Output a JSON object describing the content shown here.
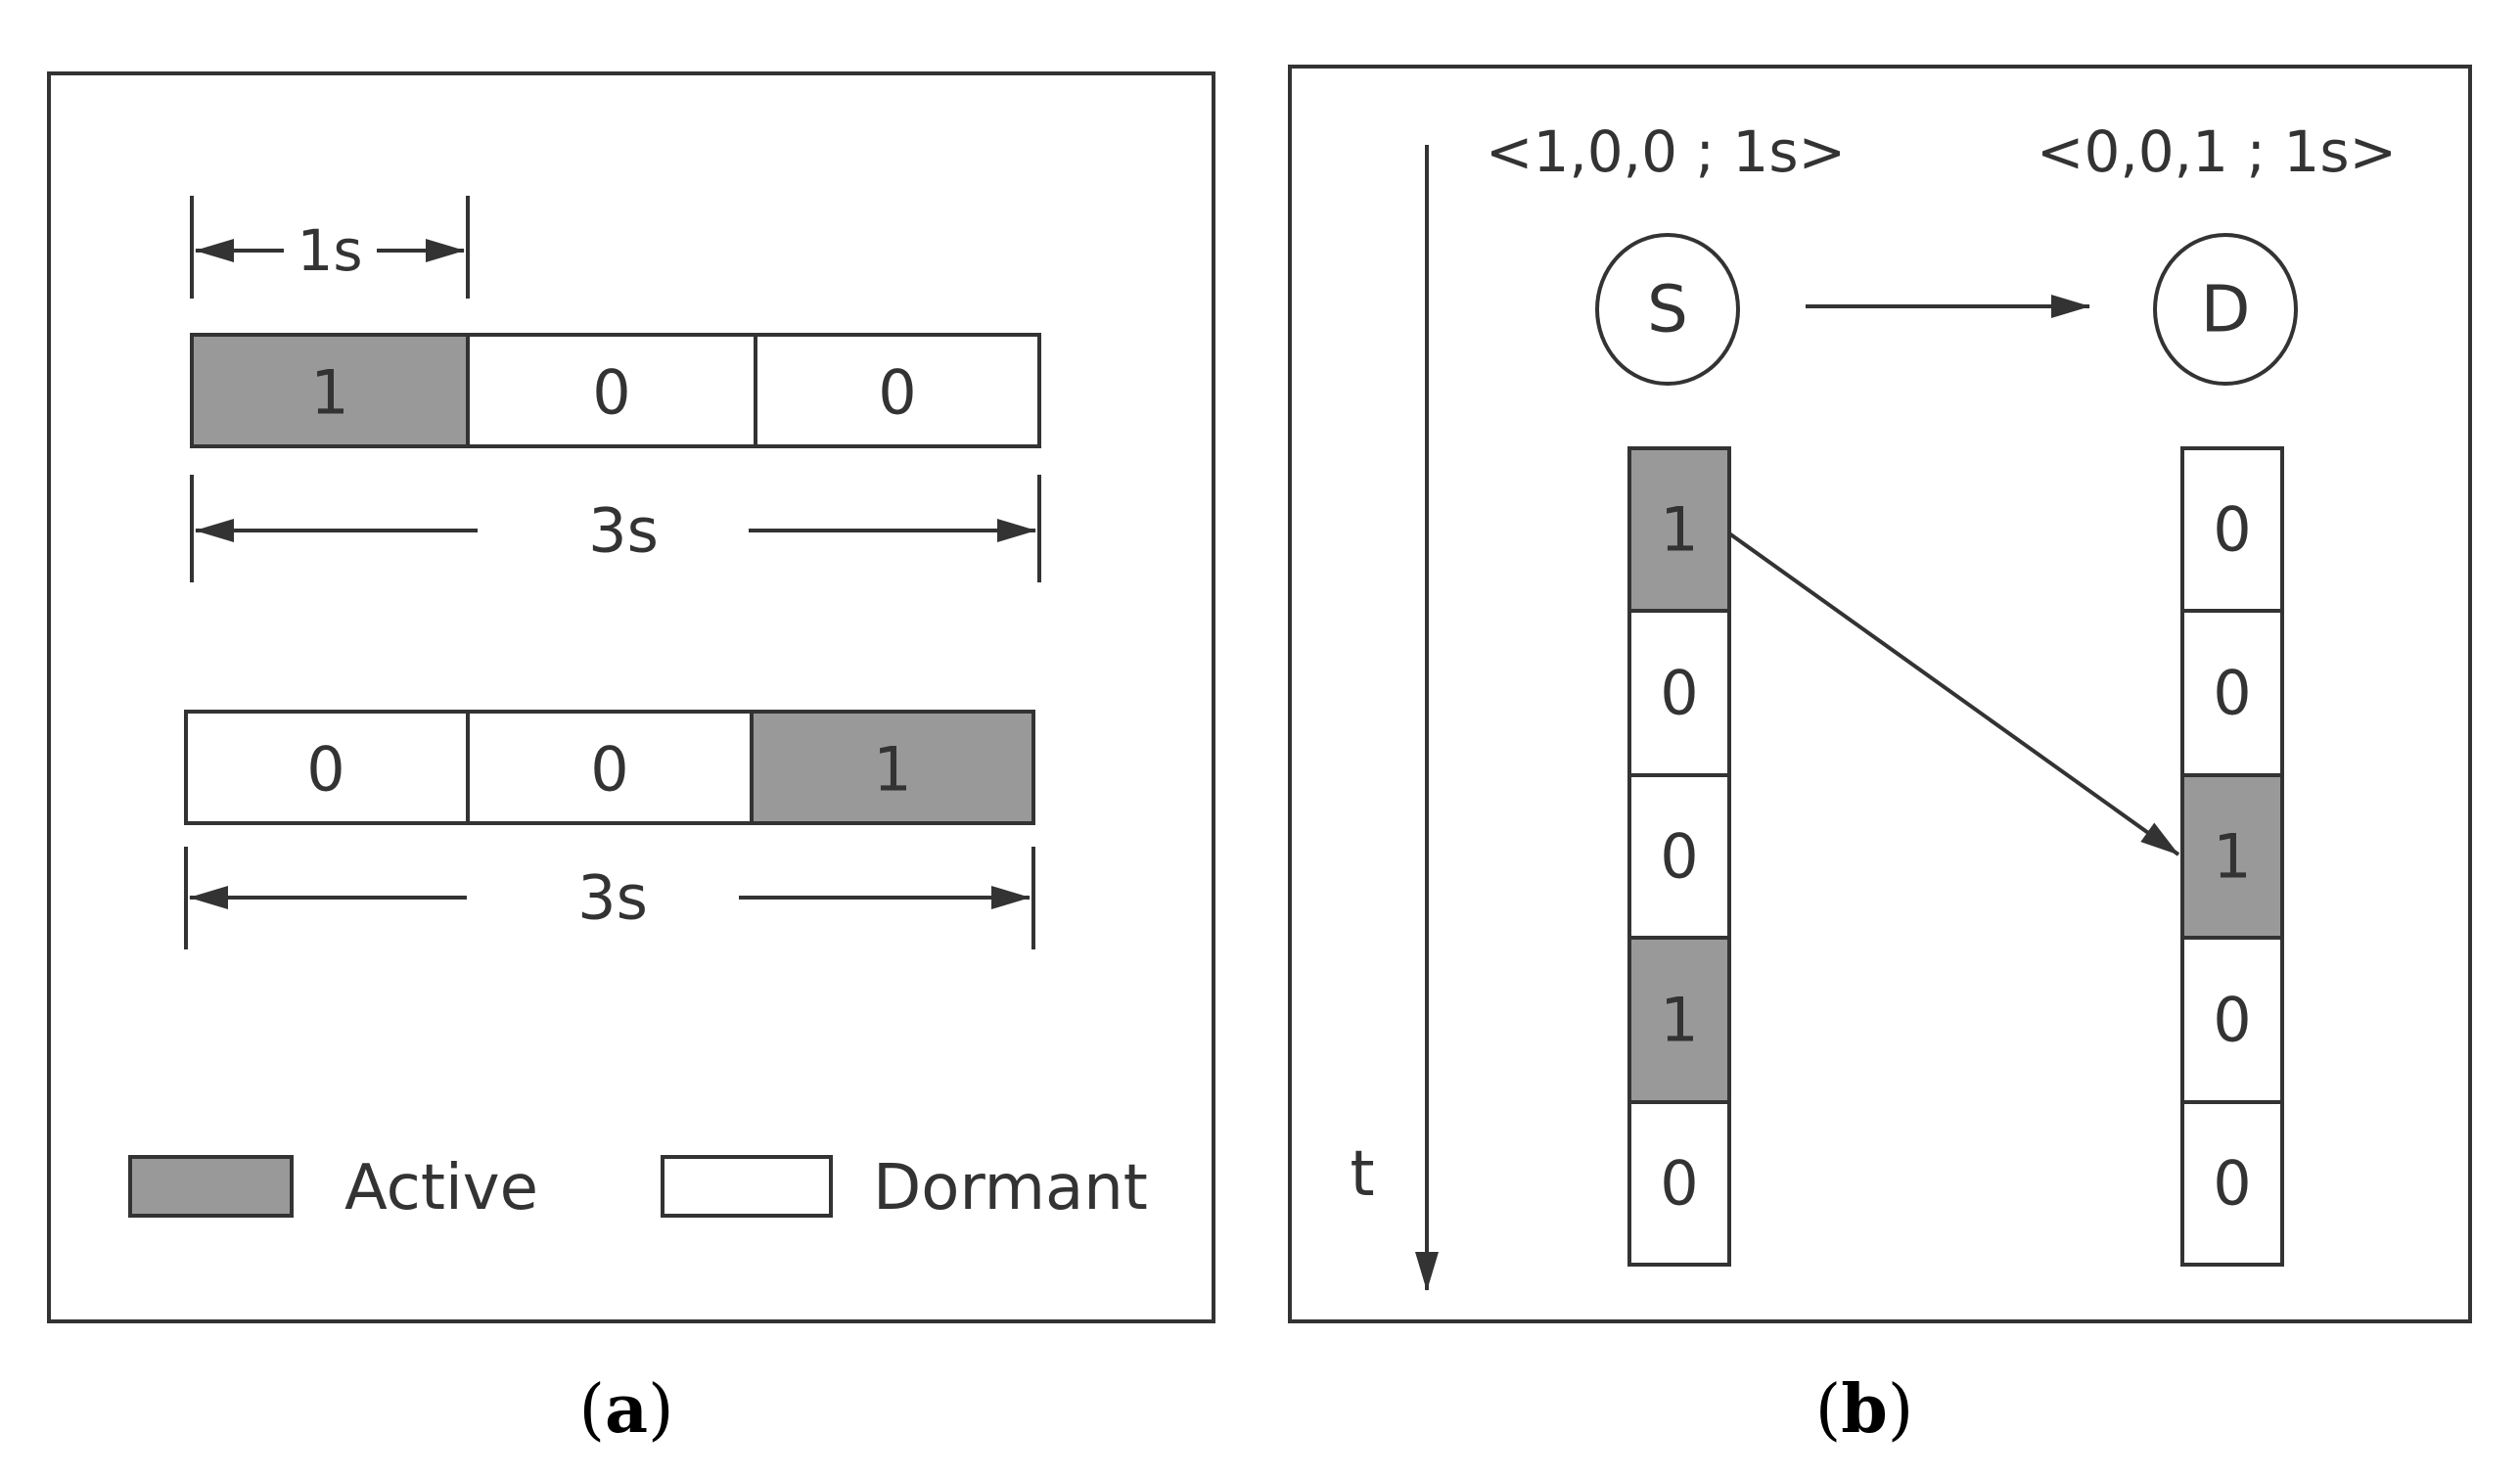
{
  "colors": {
    "active": "#999999",
    "dormant": "#ffffff",
    "stroke": "#333333",
    "text": "#333333"
  },
  "panel_a": {
    "caption_open": "(",
    "caption_letter": "a",
    "caption_close": ")",
    "slot_width_label": "1s",
    "row1": {
      "cells": [
        "1",
        "0",
        "0"
      ],
      "states": [
        "active",
        "dormant",
        "dormant"
      ],
      "span_label": "3s"
    },
    "row2": {
      "cells": [
        "0",
        "0",
        "1"
      ],
      "states": [
        "dormant",
        "dormant",
        "active"
      ],
      "span_label": "3s"
    },
    "legend": {
      "active_label": "Active",
      "dormant_label": "Dormant"
    }
  },
  "panel_b": {
    "caption_open": "(",
    "caption_letter": "b",
    "caption_close": ")",
    "time_label": "t",
    "source": {
      "node_label": "S",
      "schedule_label": "<1,0,0 ; 1s>",
      "cells": [
        "1",
        "0",
        "0",
        "1",
        "0"
      ],
      "states": [
        "active",
        "dormant",
        "dormant",
        "active",
        "dormant"
      ]
    },
    "destination": {
      "node_label": "D",
      "schedule_label": "<0,0,1 ; 1s>",
      "cells": [
        "0",
        "0",
        "1",
        "0",
        "0"
      ],
      "states": [
        "dormant",
        "dormant",
        "active",
        "dormant",
        "dormant"
      ]
    }
  }
}
